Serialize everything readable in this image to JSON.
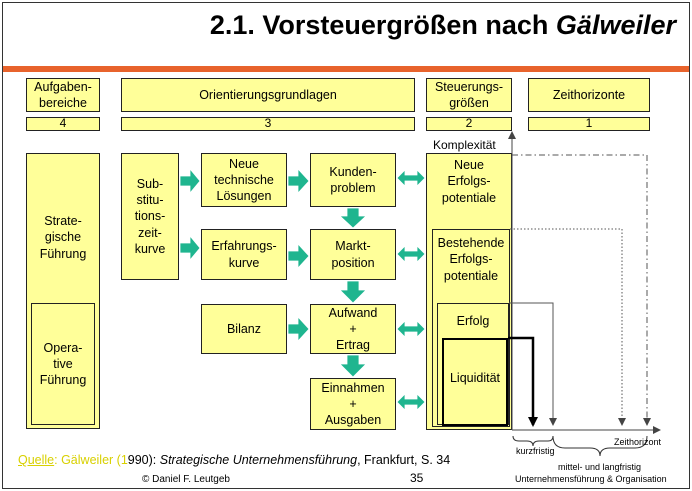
{
  "title": {
    "main": "2.1. Vorsteuergrößen nach ",
    "italic": "Gälweiler"
  },
  "headers": {
    "aufgaben": "Aufgaben-\nbereiche",
    "orientierung": "Orientierungsgrundlagen",
    "steuerung": "Steuerungs-\ngrößen",
    "zeit": "Zeithorizonte"
  },
  "numbers": {
    "aufgaben": "4",
    "orientierung": "3",
    "steuerung": "2",
    "zeit": "1"
  },
  "boxes": {
    "strategische": "Strate-\ngische\nFührung",
    "operative": "Opera-\ntive\nFührung",
    "substitution": "Sub-\nstitu-\ntions-\nzeit-\nkurve",
    "neue_tech": "Neue\ntechnische\nLösungen",
    "erfahrung": "Erfahrungs-\nkurve",
    "bilanz": "Bilanz",
    "kunden": "Kunden-\nproblem",
    "markt": "Markt-\nposition",
    "aufwand": "Aufwand\n+\nErtrag",
    "einnahmen": "Einnahmen\n+\nAusgaben",
    "neue_erfolg": "Neue\nErfolgs-\npotentiale",
    "bestehende": "Bestehende\nErfolgs-\npotentiale",
    "erfolg": "Erfolg",
    "liquiditaet": "Liquidität"
  },
  "labels": {
    "komplexitaet": "Komplexität",
    "zeithorizont": "Zeithorizont",
    "kurzfristig": "kurzfristig",
    "mittel1": "mittel- und langfristig",
    "mittel2": "Unternehmensführung & Organisation"
  },
  "footer": {
    "quelle": "Quelle",
    "author_pre": ": Gälweiler (",
    "year_first": "1",
    "year_rest": "990): ",
    "book": "Strategische Unternehmensführung",
    "rest": ", Frankfurt, S. 34",
    "copyright": "© Daniel F. Leutgeb",
    "page": "35"
  },
  "colors": {
    "box": "#ffff99",
    "arrow": "#1fb58f",
    "accent": "#e8632c",
    "source": "#d8d000"
  }
}
